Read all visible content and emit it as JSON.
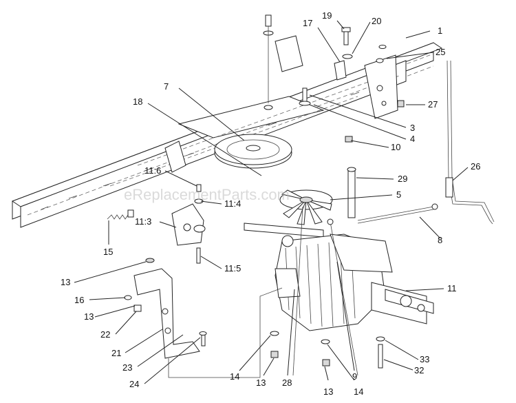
{
  "watermark": "eReplacementParts.com",
  "callouts": [
    {
      "id": "c1",
      "label": "1"
    },
    {
      "id": "c19",
      "label": "19"
    },
    {
      "id": "c20",
      "label": "20"
    },
    {
      "id": "c17",
      "label": "17"
    },
    {
      "id": "c25",
      "label": "25"
    },
    {
      "id": "c7",
      "label": "7"
    },
    {
      "id": "c18",
      "label": "18"
    },
    {
      "id": "c27",
      "label": "27"
    },
    {
      "id": "c3",
      "label": "3"
    },
    {
      "id": "c4",
      "label": "4"
    },
    {
      "id": "c10",
      "label": "10"
    },
    {
      "id": "c26",
      "label": "26"
    },
    {
      "id": "c29",
      "label": "29"
    },
    {
      "id": "c11_6",
      "label": "11:6"
    },
    {
      "id": "c11_4",
      "label": "11:4"
    },
    {
      "id": "c5",
      "label": "5"
    },
    {
      "id": "c11_3",
      "label": "11:3"
    },
    {
      "id": "c8",
      "label": "8"
    },
    {
      "id": "c15",
      "label": "15"
    },
    {
      "id": "c11_5",
      "label": "11:5"
    },
    {
      "id": "c13a",
      "label": "13"
    },
    {
      "id": "c11",
      "label": "11"
    },
    {
      "id": "c16",
      "label": "16"
    },
    {
      "id": "c13b",
      "label": "13"
    },
    {
      "id": "c22",
      "label": "22"
    },
    {
      "id": "c21",
      "label": "21"
    },
    {
      "id": "c23",
      "label": "23"
    },
    {
      "id": "c24",
      "label": "24"
    },
    {
      "id": "c33",
      "label": "33"
    },
    {
      "id": "c32",
      "label": "32"
    },
    {
      "id": "c14a",
      "label": "14"
    },
    {
      "id": "c13c",
      "label": "13"
    },
    {
      "id": "c28",
      "label": "28"
    },
    {
      "id": "c9",
      "label": "9"
    },
    {
      "id": "c13d",
      "label": "13"
    },
    {
      "id": "c14b",
      "label": "14"
    }
  ]
}
